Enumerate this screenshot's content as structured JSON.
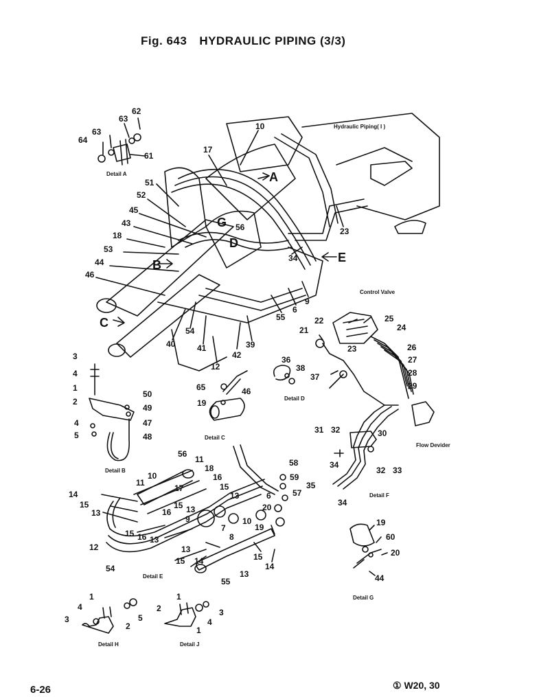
{
  "figure": {
    "number": "Fig. 643",
    "title": "HYDRAULIC PIPING (3/3)"
  },
  "page_number": "6-26",
  "model": "① W20, 30",
  "captions": {
    "hydraulic_piping": "Hydraulic Piping( I )",
    "control_valve": "Control Valve",
    "flow_devider": "Flow Devider",
    "detail_a": "Detail A",
    "detail_b": "Detail B",
    "detail_c": "Detail C",
    "detail_d": "Detail D",
    "detail_e": "Detail E",
    "detail_f": "Detail F",
    "detail_g": "Detail G",
    "detail_h": "Detail H",
    "detail_j": "Detail J"
  },
  "view_letters": [
    "A",
    "B",
    "C",
    "D",
    "E",
    "G"
  ],
  "callouts_main": [
    "10",
    "17",
    "51",
    "52",
    "45",
    "43",
    "18",
    "53",
    "44",
    "46",
    "40",
    "54",
    "41",
    "12",
    "42",
    "39",
    "55",
    "6",
    "9",
    "34",
    "23",
    "56"
  ],
  "callouts_detail_a": [
    "62",
    "63",
    "63",
    "64",
    "61"
  ],
  "callouts_detail_b": [
    "3",
    "4",
    "1",
    "2",
    "50",
    "49",
    "47",
    "4",
    "5",
    "48"
  ],
  "callouts_detail_c": [
    "65",
    "19",
    "46"
  ],
  "callouts_detail_d": [
    "36",
    "38",
    "37"
  ],
  "callouts_detail_e": [
    "56",
    "11",
    "18",
    "10",
    "11",
    "16",
    "17",
    "15",
    "14",
    "15",
    "13",
    "13",
    "16",
    "15",
    "9",
    "13",
    "15",
    "16",
    "13",
    "12",
    "54",
    "14",
    "15",
    "13",
    "13",
    "55",
    "15",
    "14",
    "7",
    "8",
    "20",
    "19",
    "10",
    "6",
    "58",
    "59",
    "57"
  ],
  "callouts_detail_f": [
    "22",
    "25",
    "24",
    "21",
    "26",
    "23",
    "27",
    "28",
    "29",
    "30",
    "31",
    "32",
    "32",
    "33",
    "34",
    "35",
    "34"
  ],
  "callouts_detail_g": [
    "19",
    "60",
    "20",
    "44"
  ],
  "callouts_detail_h": [
    "1",
    "4",
    "3",
    "2",
    "5"
  ],
  "callouts_detail_j": [
    "1",
    "2",
    "3",
    "4",
    "1"
  ]
}
